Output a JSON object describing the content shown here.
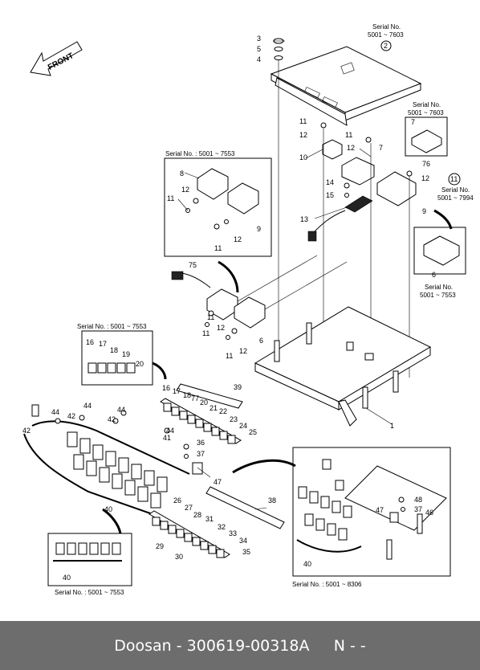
{
  "footer": {
    "brand": "Doosan",
    "sep": " - ",
    "part_number": "300619-00318A",
    "suffix": "N - -"
  },
  "direction": {
    "label": "FRONT"
  },
  "serials": {
    "controller": "Serial No.\n5001 ~ 7603",
    "relay7": "Serial No.\n5001 ~ 7603",
    "relay11": "Serial No.\n5001 ~ 7994",
    "relay6": "Serial No.\n5001 ~ 7553",
    "box_top_left": "Serial No. : 5001 ~ 7553",
    "box_fuse": "Serial No. : 5001 ~ 7553",
    "box_bottom_left": "Serial No. : 5001 ~ 7553",
    "box_bottom_right": "Serial No. : 5001 ~ 8306"
  },
  "callouts": {
    "c1": "1",
    "c2": "2",
    "c3": "3",
    "c4": "4",
    "c5": "5",
    "c6": "6",
    "c7": "7",
    "c8": "8",
    "c9": "9",
    "c10": "10",
    "c11": "11",
    "c12": "12",
    "c13": "13",
    "c14": "14",
    "c15": "15",
    "c16": "16",
    "c17": "17",
    "c18": "18",
    "c19": "19",
    "c20": "20",
    "c21": "21",
    "c22": "22",
    "c23": "23",
    "c24": "24",
    "c25": "25",
    "c26": "26",
    "c27": "27",
    "c28": "28",
    "c29": "29",
    "c30": "30",
    "c31": "31",
    "c32": "32",
    "c33": "33",
    "c34": "34",
    "c35": "35",
    "c36": "36",
    "c37": "37",
    "c38": "38",
    "c39": "39",
    "c40": "40",
    "c41": "41",
    "c42": "42",
    "c44": "44",
    "c46": "46",
    "c47": "47",
    "c48": "48",
    "c75": "75",
    "c76": "76",
    "c77": "77"
  }
}
